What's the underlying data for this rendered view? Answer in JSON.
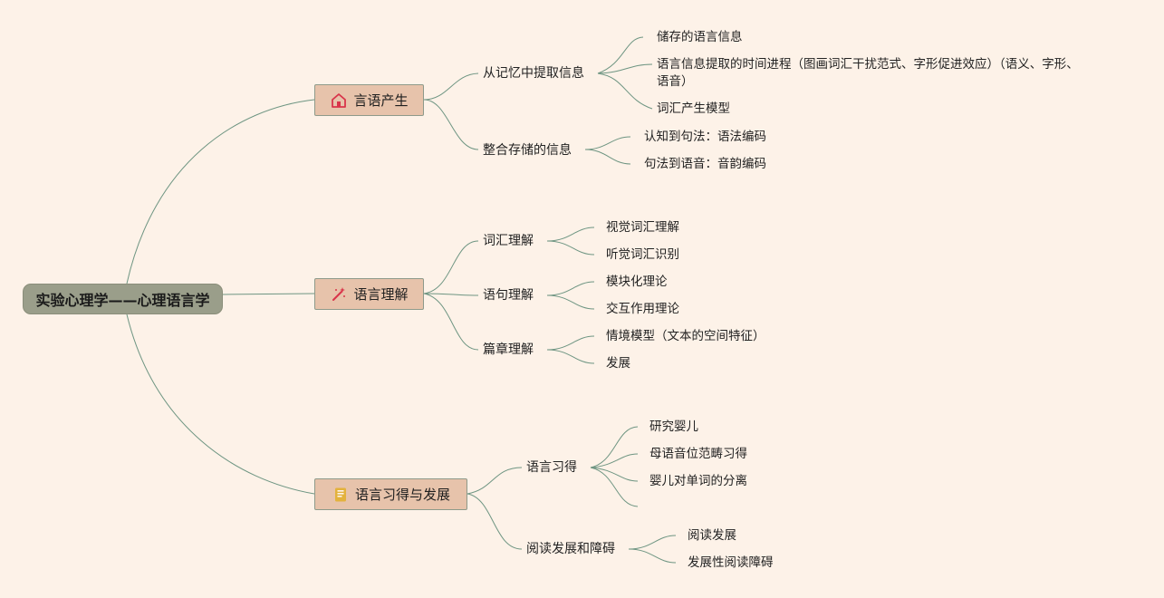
{
  "root": {
    "label": "实验心理学——心理语言学"
  },
  "branches": [
    {
      "label": "言语产生",
      "icon": "house-icon",
      "subs": [
        {
          "label": "从记忆中提取信息",
          "leaves": [
            "储存的语言信息",
            "语言信息提取的时间进程（图画词汇干扰范式、字形促进效应）（语义、字形、",
            "语音）",
            "词汇产生模型"
          ]
        },
        {
          "label": "整合存储的信息",
          "leaves": [
            "认知到句法：语法编码",
            "句法到语音：音韵编码"
          ]
        }
      ]
    },
    {
      "label": "语言理解",
      "icon": "magic-wand-icon",
      "subs": [
        {
          "label": "词汇理解",
          "leaves": [
            "视觉词汇理解",
            "听觉词汇识别"
          ]
        },
        {
          "label": "语句理解",
          "leaves": [
            "模块化理论",
            "交互作用理论"
          ]
        },
        {
          "label": "篇章理解",
          "leaves": [
            "情境模型（文本的空间特征）",
            "发展"
          ]
        }
      ]
    },
    {
      "label": "语言习得与发展",
      "icon": "book-icon",
      "subs": [
        {
          "label": "语言习得",
          "leaves": [
            "研究婴儿",
            "母语音位范畴习得",
            "婴儿对单词的分离"
          ]
        },
        {
          "label": "阅读发展和障碍",
          "leaves": [
            "阅读发展",
            "发展性阅读障碍"
          ]
        }
      ]
    }
  ],
  "colors": {
    "background": "#fdf2e8",
    "line": "#6e9582",
    "root_fill": "#9a9e8a",
    "branch_fill": "#e7c3ab",
    "house_icon": "#d9344a",
    "wand_icon": "#d9344a",
    "book_icon": "#e3b23c"
  }
}
